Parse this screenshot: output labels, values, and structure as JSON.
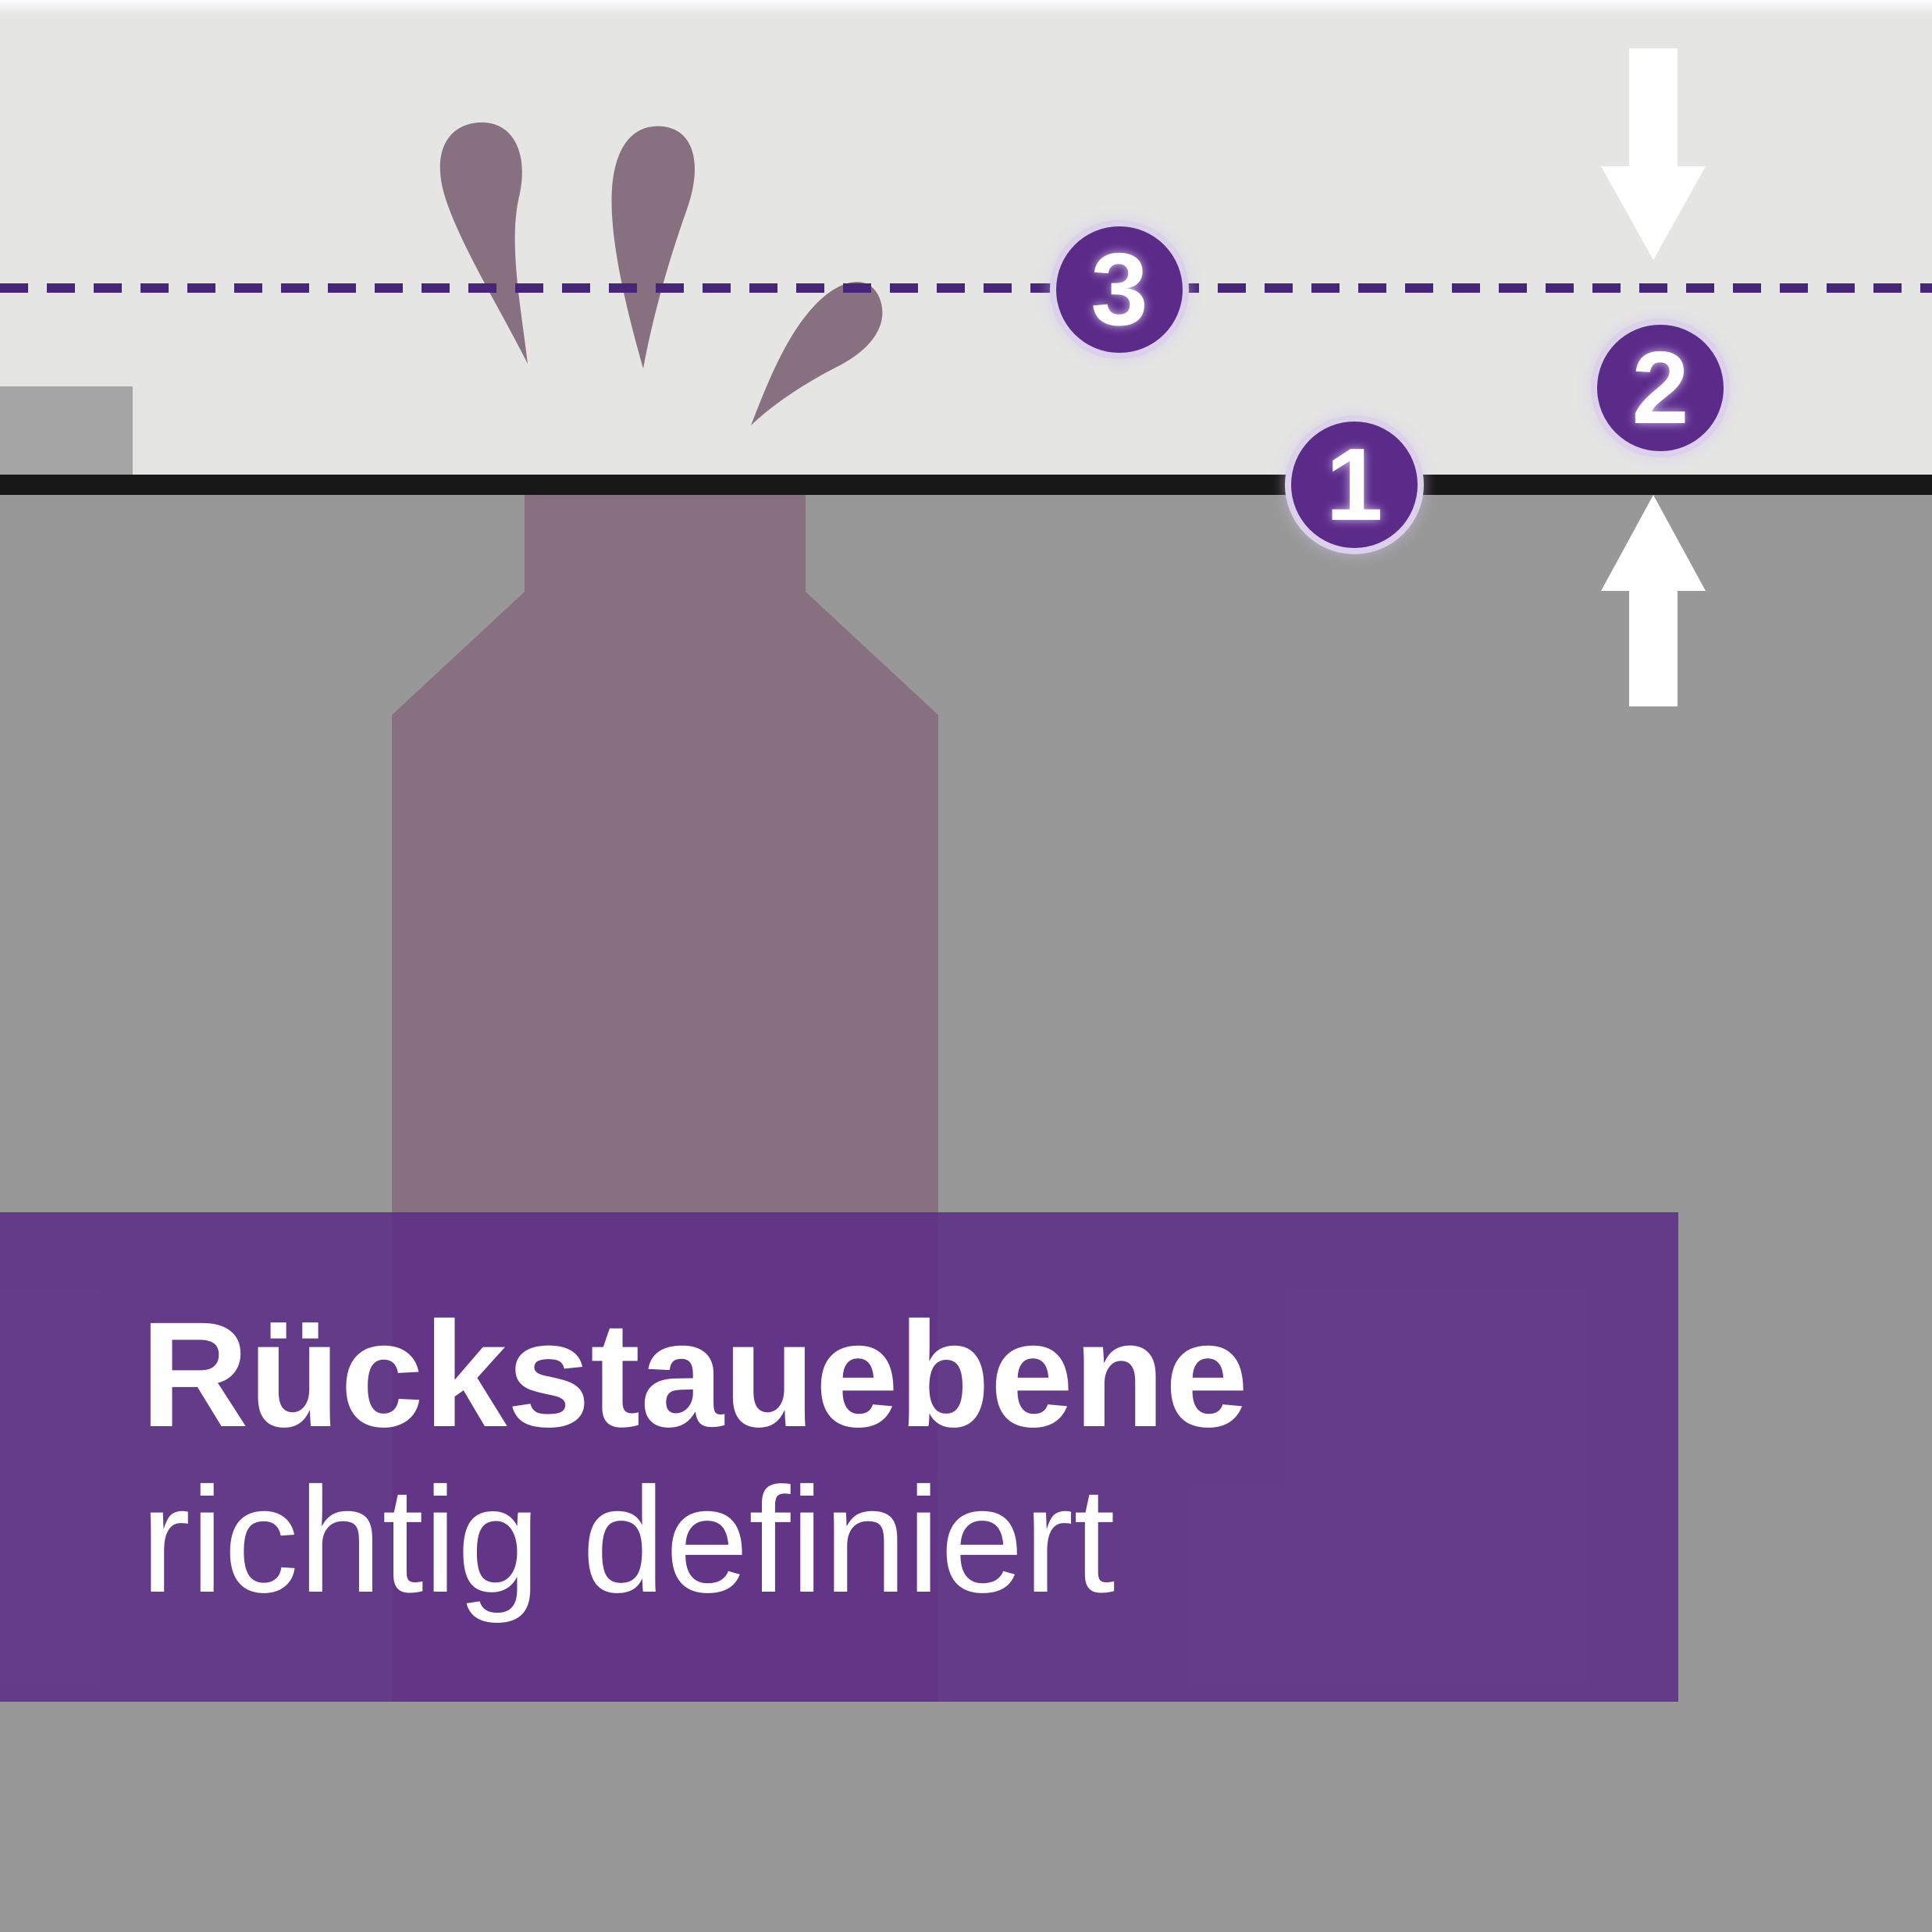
{
  "banner": {
    "title": "Rückstauebene",
    "subtitle": "richtig definiert"
  },
  "markers": [
    {
      "label": "1"
    },
    {
      "label": "2"
    },
    {
      "label": "3"
    }
  ],
  "icons": {
    "splash": "water-splash-icon",
    "arrow_down": "arrow-down-icon",
    "arrow_up": "arrow-up-icon"
  },
  "colors": {
    "accent_purple": "#5B2B8A",
    "marker_ring": "#DBD1EA",
    "dashed_line": "#472578",
    "banner_purple": "#5A2A87",
    "splash_mauve": "#877180",
    "sky": "#E5E5E4",
    "ground": "#989898",
    "ground_line": "#181818",
    "left_block": "#A5A5A5",
    "arrow_white": "#FFFFFF",
    "text_white": "#FFFFFF"
  }
}
